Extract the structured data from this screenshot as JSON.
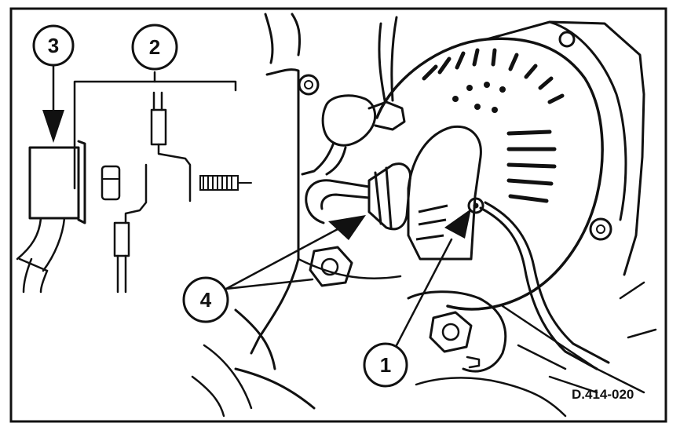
{
  "callouts": [
    {
      "id": "1",
      "label": "1"
    },
    {
      "id": "2",
      "label": "2"
    },
    {
      "id": "3",
      "label": "3"
    },
    {
      "id": "4",
      "label": "4"
    }
  ],
  "figure_reference": "D.414-020",
  "colors": {
    "ink": "#111111",
    "paper": "#ffffff"
  }
}
